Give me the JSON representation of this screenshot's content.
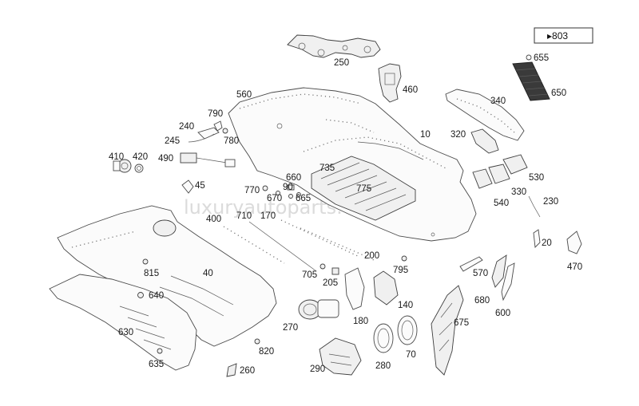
{
  "reference": {
    "label": "▸803"
  },
  "watermark": "luxuryautoparts.com",
  "part_numbers": [
    "803",
    "655",
    "650",
    "250",
    "460",
    "560",
    "340",
    "790",
    "10",
    "240",
    "780",
    "320",
    "245",
    "410",
    "420",
    "490",
    "735",
    "660",
    "530",
    "45",
    "770",
    "670",
    "90",
    "665",
    "775",
    "330",
    "540",
    "230",
    "400",
    "710",
    "170",
    "20",
    "815",
    "40",
    "200",
    "795",
    "470",
    "705",
    "205",
    "570",
    "640",
    "140",
    "675",
    "680",
    "600",
    "630",
    "270",
    "180",
    "820",
    "70",
    "635",
    "260",
    "290",
    "280"
  ]
}
